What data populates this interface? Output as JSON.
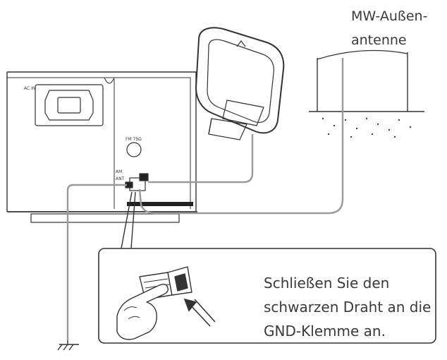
{
  "labels": {
    "outdoor_antenna_line1": "MW-Außen-",
    "outdoor_antenna_line2": "antenne",
    "small_fm": "FM 75Ω",
    "small_am1": "AM",
    "small_am2": "ANT",
    "small_power": "AC IN"
  },
  "callout": {
    "line1": "Schließen Sie den",
    "line2": "schwarzen Draht an die",
    "line3": "GND-Klemme an."
  },
  "colors": {
    "line": "#333333",
    "wire": "#9a9a9a",
    "text": "#3a3a3a"
  }
}
